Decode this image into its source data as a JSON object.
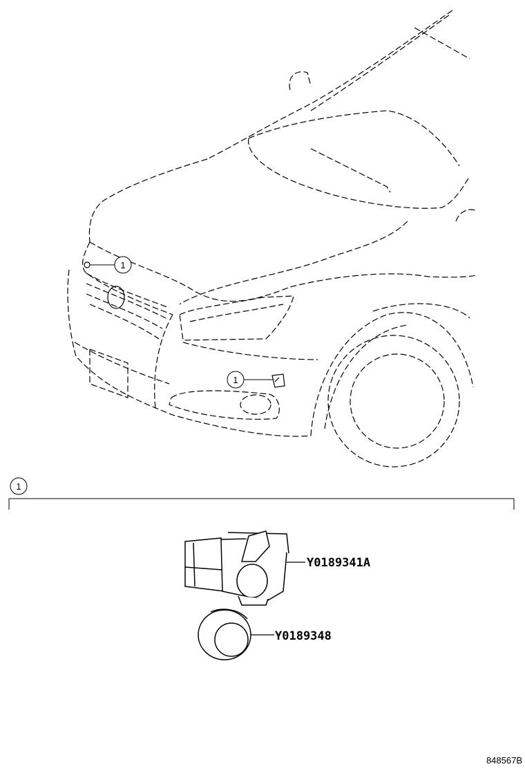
{
  "callouts": {
    "grille": "1",
    "bumper": "1",
    "section": "1"
  },
  "parts": {
    "sensor": {
      "number": "Y0189341A"
    },
    "bezel": {
      "number": "Y0189348"
    }
  },
  "figure_id": "848567B",
  "colors": {
    "line": "#000000",
    "background": "#ffffff"
  }
}
